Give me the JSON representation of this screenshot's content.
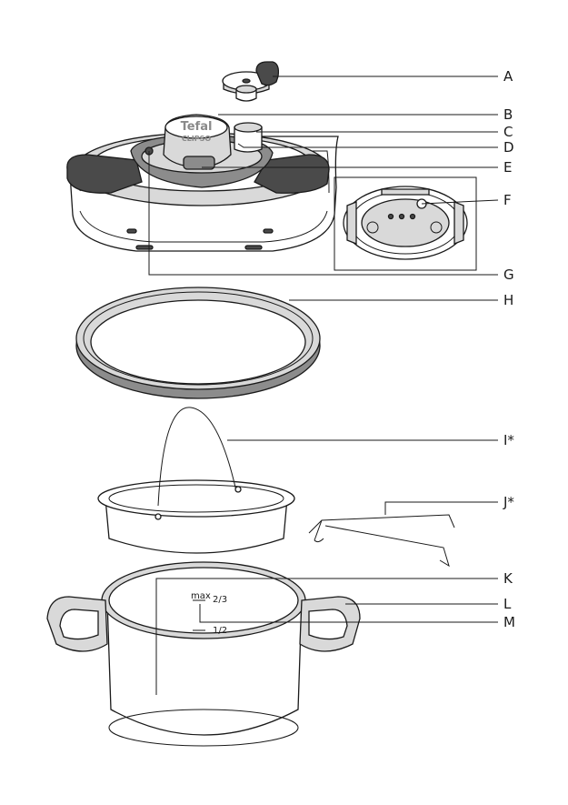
{
  "callouts": {
    "a": "A",
    "b": "B",
    "c": "C",
    "d": "D",
    "e": "E",
    "f": "F",
    "g": "G",
    "h": "H",
    "i": "I*",
    "j": "J*",
    "k": "K",
    "l": "L",
    "m": "M"
  },
  "brand": {
    "logo": "Tefal",
    "model": "CLIPSO"
  },
  "pot_markings": {
    "max_text": "max",
    "max_fraction": "2/3",
    "half_fraction": "1/2"
  }
}
